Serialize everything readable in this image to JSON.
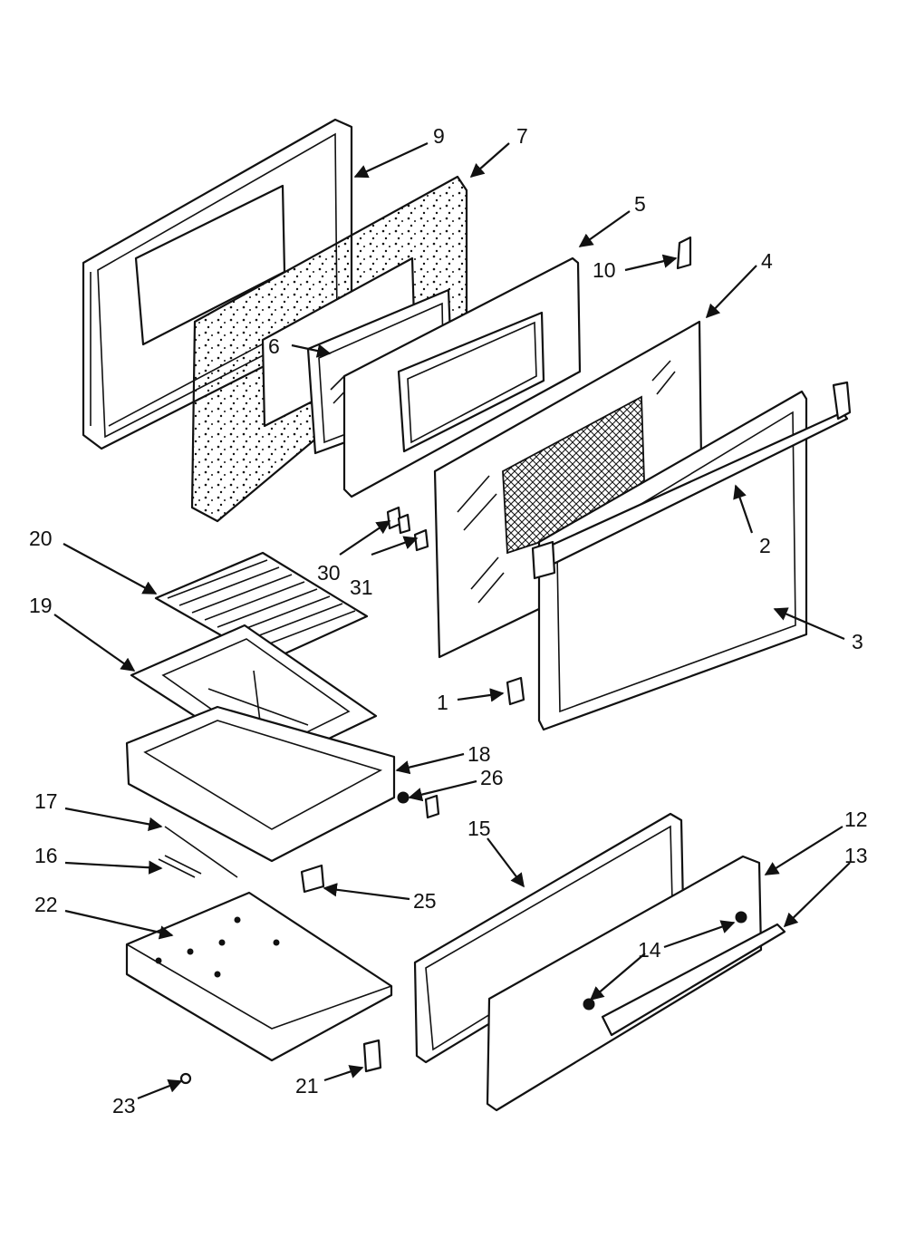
{
  "callouts": [
    {
      "id": "9",
      "label": "9"
    },
    {
      "id": "7",
      "label": "7"
    },
    {
      "id": "5",
      "label": "5"
    },
    {
      "id": "10",
      "label": "10"
    },
    {
      "id": "4",
      "label": "4"
    },
    {
      "id": "6",
      "label": "6"
    },
    {
      "id": "2",
      "label": "2"
    },
    {
      "id": "20",
      "label": "20"
    },
    {
      "id": "30",
      "label": "30"
    },
    {
      "id": "31",
      "label": "31"
    },
    {
      "id": "19",
      "label": "19"
    },
    {
      "id": "3",
      "label": "3"
    },
    {
      "id": "1",
      "label": "1"
    },
    {
      "id": "18",
      "label": "18"
    },
    {
      "id": "26",
      "label": "26"
    },
    {
      "id": "17",
      "label": "17"
    },
    {
      "id": "15",
      "label": "15"
    },
    {
      "id": "12",
      "label": "12"
    },
    {
      "id": "16",
      "label": "16"
    },
    {
      "id": "13",
      "label": "13"
    },
    {
      "id": "22",
      "label": "22"
    },
    {
      "id": "25",
      "label": "25"
    },
    {
      "id": "14",
      "label": "14"
    },
    {
      "id": "21",
      "label": "21"
    },
    {
      "id": "23",
      "label": "23"
    }
  ]
}
